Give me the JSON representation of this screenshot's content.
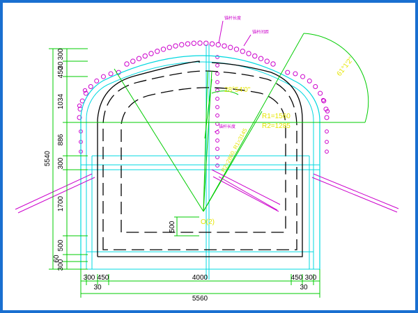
{
  "colors": {
    "background_frame": "#1a6fd0",
    "canvas": "#ffffff",
    "cyan": "#00d8e0",
    "black": "#000000",
    "green": "#00cc00",
    "magenta": "#cc00cc",
    "yellow": "#e6e600"
  },
  "drawing": {
    "labels": {
      "angle_main": "28°54'0\"",
      "angle_side": "61°1'2\"",
      "radius1": "R1=1560",
      "radius2": "R2=1285",
      "center_mark": "O(2)",
      "radial_note": "R2=2860, R1=3145",
      "tag_center": "锚杆长度",
      "tag_top": "锚杆长度",
      "tag_right": "锚杆间距"
    },
    "dims_left": {
      "overall": "5540",
      "seg_30_top": "30",
      "seg_300_top": "300",
      "seg_450": "450",
      "seg_1034": "1034",
      "seg_886": "886",
      "seg_300_mid": "300",
      "seg_1700": "1700",
      "seg_500_bottom": "500",
      "seg_60": "60",
      "seg_300_bottom": "300",
      "inner_500": "500"
    },
    "dims_bottom": {
      "seg_300_left": "300",
      "seg_450_left": "450",
      "inner_width": "4000",
      "seg_450_right": "450",
      "seg_300_right": "300",
      "seg_30_left": "30",
      "seg_30_right": "30",
      "overall": "5560"
    }
  }
}
